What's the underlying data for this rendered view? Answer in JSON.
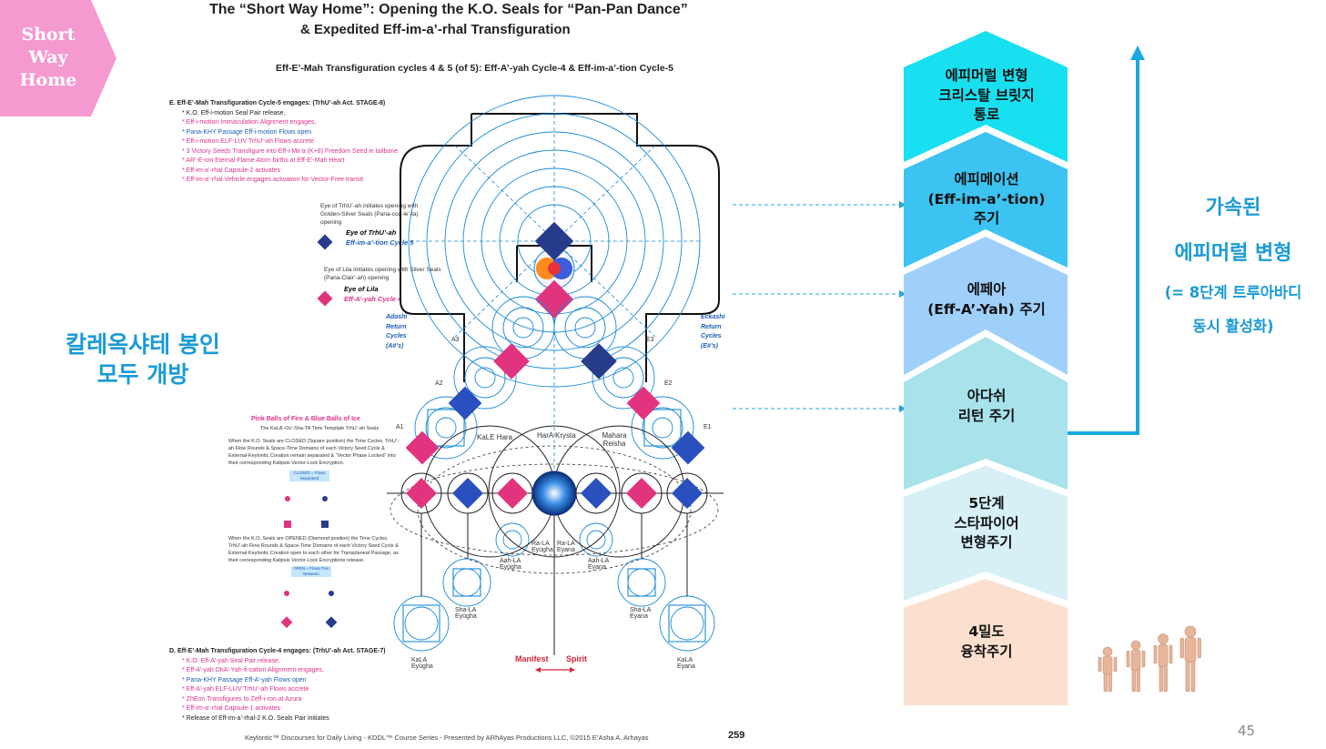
{
  "tab": {
    "lines": [
      "Short",
      "Way",
      "Home"
    ],
    "color": "#f49ad1"
  },
  "left_label": {
    "line1": "칼레옥샤테 봉인",
    "line2": "모두 개방",
    "color": "#1a9ad6"
  },
  "page": {
    "title_line1": "The “Short Way Home”: Opening the K.O. Seals for “Pan-Pan Dance”",
    "title_line2": "& Expedited Eff-im-a’-rhal Transfiguration",
    "subtitle": "Eff-E’-Mah Transfiguration cycles 4 & 5 (of 5): Eff-A’-yah Cycle-4 & Eff-im-a’-tion Cycle-5",
    "section_e": [
      "E.  Eff-E’-Mah Transfiguration Cycle-5 engages: (TrhU’-ah Act. STAGE-8)",
      "* K.O. Eff-i-motion Seal Pair release,",
      "* Eff-i-motion Immaculation Alignment engages,",
      "* Pana-KHY Passage Eff-i-motion Flows open",
      "* Eff-i-motion ELF-LUV TrhU’-ah Flows accrete",
      "* 3 Victory Seeds Transfigure into Eff-i-Mir’a (K+8) Freedom Seed in tailbone",
      "* AR’-E-ion Eternal Flame Atom births at Eff-E’-Mah Heart",
      "* Eff-im-a’-rhal Capsule-2 activates",
      "* Eff-im-a’-rhal Vehicle engages activation for Vector-Free transit"
    ],
    "section_d": [
      "D.  Eff-E’-Mah Transfiguration Cycle-4 engages: (TrhU’-ah Act. STAGE-7)",
      "* K.O. Eff-A’-yah Seal Pair release,",
      "* Eff-A’-yah DhA’-Yah-fi-cation Alignment engages,",
      "* Pana-KHY Passage Eff-A’-yah Flows open",
      "* Eff-A’-yah ELF-LUV TrhU’-ah Flows accrete",
      "* ZhEon Transfigures to Zeff-i-ron at Azura",
      "* Eff-im-a’-rhal Capsule-1 activates",
      "* Release of Eff-im-a’-rhal-2 K.O. Seals Pair initiates"
    ],
    "eye_trhu_note": "Eye of TrhU’-ah initiates opening with Golden-Silver Seals (Pana-coa-le’-ta) opening",
    "eye_trhu": "Eye of TrhU’-ah",
    "eye_trhu_cycle": "Eff-im-a’-tion Cycle 5",
    "eye_lila_note": "Eye of Lila initiates opening with Silver Seals (Pana-Clair’-ah) opening",
    "eye_lila": "Eye of Lila",
    "eye_lila_cycle": "Eff-A’-yah Cycle 4",
    "adashi": "Adashi Return Cycles (A#’s)",
    "eckashi": "Eckashi Return Cycles (E#’s)",
    "pink_blue_title": "Pink Balls of Fire & Blue Balls of Ice",
    "pink_blue_sub": "The KaLA’-Os’-Sha-TA Time Template TrhU’-ah Seals",
    "closed_text": "When the K.O. Seals are CLOSED (Square position) the Time Cycles, TrhU’-ah Flow Rounds & Space-Time Domains of each Victory Seed Cycle & External-Keylontic Creation remain separated & “Vector Phase Locked” into their corresponding Kalipsis Vector-Lock Encryption.",
    "closed_badge": "CLOSED = Flows Separated",
    "opened_text": "When the K.O. Seals are OPENED (Diamond position) the Time Cycles, TrhU’-ah Flow Rounds & Space-Time Domains of each Victory Seed Cycle & External-Keylontic Creation open to each other for Transplaneal Passage, as their corresponding Kalipsis Vector-Lock Encryptions release.",
    "open_badge": "OPEN = Flows Run Between",
    "a_labels": [
      "A1",
      "A2",
      "A3"
    ],
    "e_labels": [
      "E1",
      "E2",
      "E3"
    ],
    "hara_labels": [
      "KaLE Hara",
      "HarA Krysta",
      "Mahara Reisha"
    ],
    "bottom_left": [
      "KaLA Eyügha",
      "Sha-LA Eyügha",
      "Aah-LA Eyügha",
      "Ra-LA Eyügha"
    ],
    "bottom_right": [
      "Ra-LA Eyana",
      "Aah-LA Eyana",
      "Sha-LA Eyana",
      "KaLA Eyana"
    ],
    "manifest": "Manifest",
    "spirit": "Spirit",
    "footer": "Keylontic™ Discourses for Daily Living - KDDL™ Course Series - Presented by ARhAyas Productions LLC, ©2015 E’Asha A. Arhayas",
    "page_number": "259"
  },
  "chevrons": [
    {
      "lines": [
        "에피머럴 변형",
        "크리스탈 브릿지",
        "통로"
      ],
      "color": "#19e0f0"
    },
    {
      "lines": [
        "에피메이션",
        "(Eff-im-a’-tion)",
        "주기"
      ],
      "color": "#3cc3f2"
    },
    {
      "lines": [
        "에페아",
        "(Eff-A’-Yah) 주기"
      ],
      "color": "#9fd0fb"
    },
    {
      "lines": [
        "아다쉬",
        "리턴 주기"
      ],
      "color": "#a8e2ea"
    },
    {
      "lines": [
        "5단계",
        "스타파이어",
        "변형주기"
      ],
      "color": "#d6f0f6"
    },
    {
      "lines": [
        "4밀도",
        "융착주기"
      ],
      "color": "#fbe0cf"
    }
  ],
  "right": {
    "line1": "가속된",
    "line2": "에피머럴 변형",
    "line3": "(= 8단계 트루아바디",
    "line4": "동시 활성화)",
    "color": "#1a9ad6",
    "arrow_color": "#1aa8e0"
  },
  "slide_number": "45"
}
